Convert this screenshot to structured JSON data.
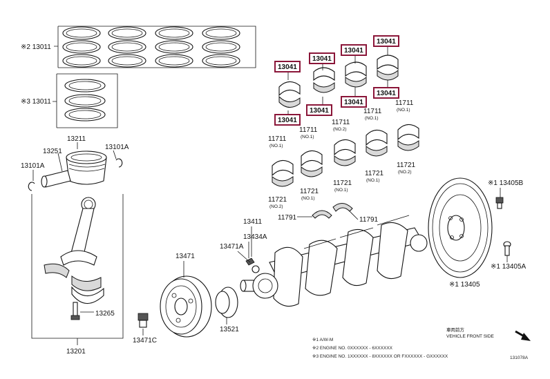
{
  "labels": {
    "rings_set_a": "※2 13011",
    "rings_set_b": "※3 13011",
    "piston": "13211",
    "piston_pin": "13251",
    "snap_ring_left": "13101A",
    "snap_ring_right": "13101A",
    "rod_assembly": "13201",
    "rod_bolt": "13265",
    "pulley": "13471",
    "pulley_bolt": "13471C",
    "crank_gear": "13521",
    "key_a": "13411",
    "key_b": "13434A",
    "washer": "13471A",
    "thrust_left": "11791",
    "thrust_right": "11791",
    "flywheel": "※1 13405",
    "flywheel_bolt_top": "※1 13405B",
    "flywheel_bolt_bottom": "※1 13405A",
    "direction_jp": "車両前方",
    "direction_en": "VEHICLE FRONT SIDE",
    "drawing_id": "131078A"
  },
  "highlighted": [
    "13041",
    "13041",
    "13041",
    "13041",
    "13041",
    "13041",
    "13041",
    "13041"
  ],
  "main_bearings": [
    {
      "part": "11711",
      "note": "(NO.1)"
    },
    {
      "part": "11711",
      "note": "(NO.1)"
    },
    {
      "part": "11711",
      "note": "(NO.2)"
    },
    {
      "part": "11711",
      "note": "(NO.1)"
    },
    {
      "part": "11711",
      "note": "(NO.1)"
    },
    {
      "part": "11721",
      "note": "(NO.2)"
    },
    {
      "part": "11721",
      "note": "(NO.1)"
    },
    {
      "part": "11721",
      "note": "(NO.1)"
    },
    {
      "part": "11721",
      "note": "(NO.1)"
    },
    {
      "part": "11721",
      "note": "(NO.2)"
    }
  ],
  "notes": [
    "※1 A/W-M",
    "※2 ENGINE NO. 0XXXXXX - 6XXXXXX",
    "※3 ENGINE NO. 1XXXXXX - 8XXXXXX OR FXXXXXX - GXXXXXX"
  ]
}
